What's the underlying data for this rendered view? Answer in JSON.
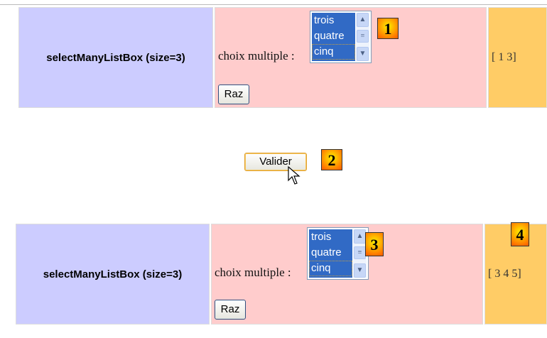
{
  "row_label": "selectManyListBox (size=3)",
  "field_label": "choix multiple :",
  "options": [
    "trois",
    "quatre",
    "cinq"
  ],
  "reset_label": "Raz",
  "submit_label": "Valider",
  "before": {
    "value": "[ 1 3]",
    "badge": "1"
  },
  "submit_badge": "2",
  "after": {
    "value": "[ 3 4 5]",
    "badge_list": "3",
    "badge_value": "4"
  }
}
